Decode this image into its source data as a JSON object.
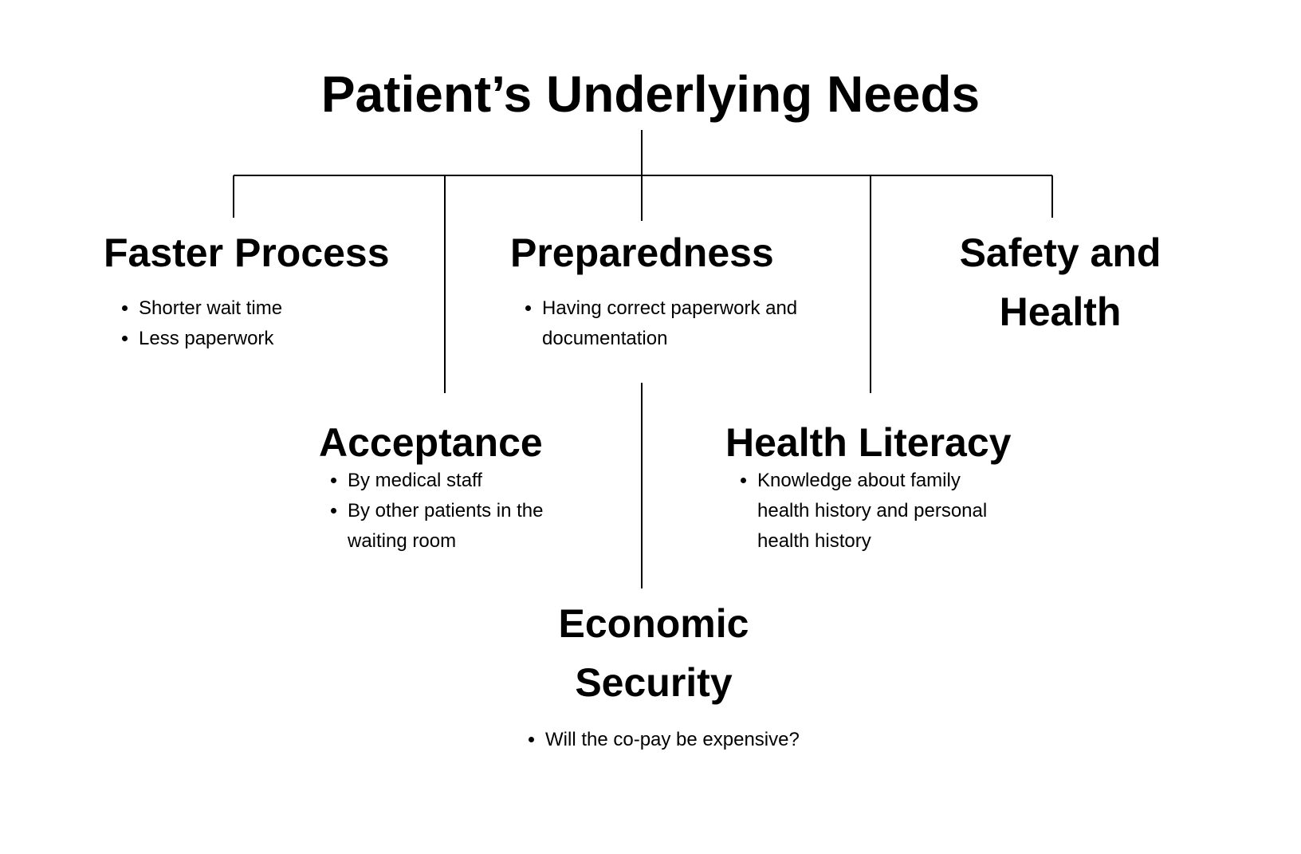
{
  "title": "Patient’s Underlying Needs",
  "nodes": {
    "faster_process": {
      "heading": "Faster Process",
      "items": [
        "Shorter wait time",
        "Less paperwork"
      ]
    },
    "preparedness": {
      "heading": "Preparedness",
      "items": [
        "Having correct paperwork and documentation"
      ]
    },
    "safety_health": {
      "heading": "Safety and Health",
      "items": []
    },
    "acceptance": {
      "heading": "Acceptance",
      "items": [
        "By medical staff",
        "By other patients in the waiting room"
      ]
    },
    "health_literacy": {
      "heading": "Health Literacy",
      "items": [
        "Knowledge about family health history and personal health history"
      ]
    },
    "economic_security": {
      "heading": "Economic Security",
      "items": [
        "Will the co-pay be expensive?"
      ]
    }
  },
  "colors": {
    "text": "#000000",
    "line": "#000000",
    "background": "#ffffff"
  }
}
